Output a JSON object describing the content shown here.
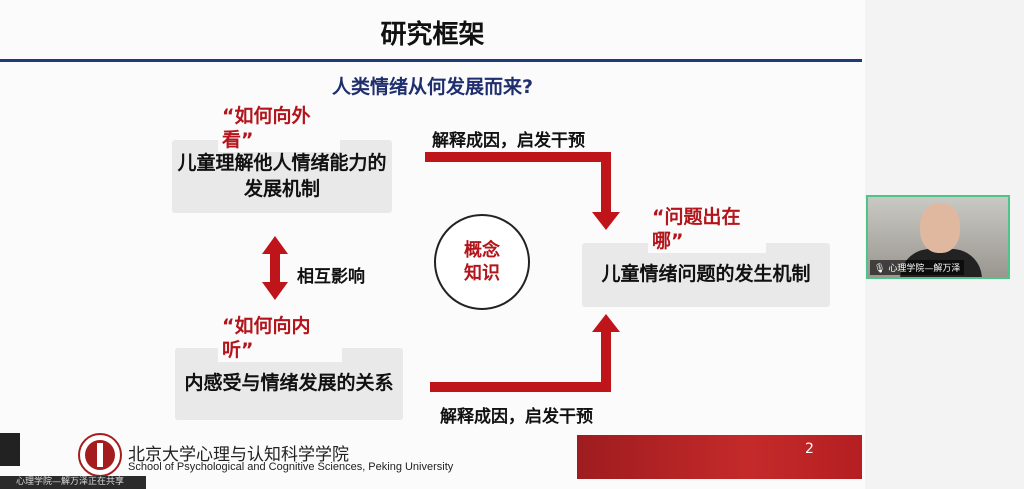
{
  "slide": {
    "title": "研究框架",
    "subtitle": "人类情绪从何发展而来?",
    "box_outward": {
      "tag": "“如何向外看”",
      "text_line1": "儿童理解他人情绪能力的",
      "text_line2": "发展机制"
    },
    "box_inward": {
      "tag": "“如何向内听”",
      "text": "内感受与情绪发展的关系"
    },
    "box_problem": {
      "tag": "“问题出在哪”",
      "text": "儿童情绪问题的发生机制"
    },
    "circle": {
      "line1": "概念",
      "line2": "知识"
    },
    "mutual_label": "相互影响",
    "arrow_top_label": "解释成因，启发干预",
    "arrow_bottom_label": "解释成因，启发干预",
    "footer": {
      "school_cn": "北京大学心理与认知科学学院",
      "school_en": "School of Psychological and Cognitive Sciences, Peking University",
      "page_number": "2"
    },
    "colors": {
      "accent_red": "#c0141b",
      "navy": "#1a2a6c"
    }
  },
  "meeting": {
    "share_status": "心理学院—解万泽正在共享",
    "webcam_name": "心理学院—解万泽"
  }
}
